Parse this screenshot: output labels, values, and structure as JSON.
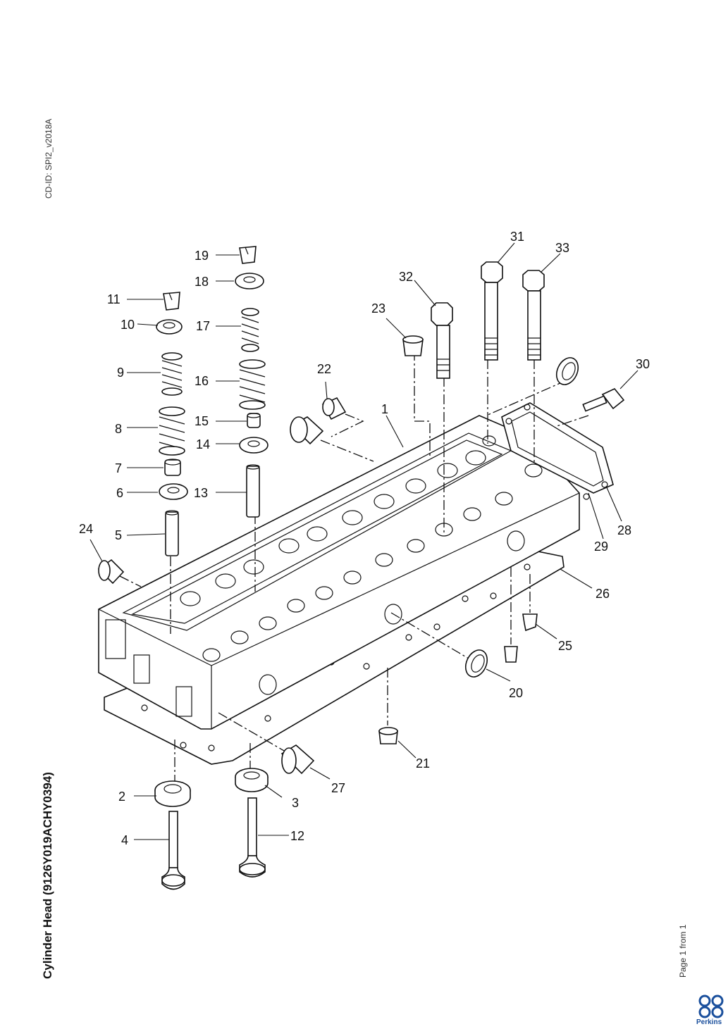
{
  "header": {
    "cd_id": "CD-ID: SPI2_v2018A"
  },
  "title": "Cylinder Head (9126Y019ACHY0394)",
  "footer": {
    "page_info": "Page 1 from 1",
    "brand": "Perkins"
  },
  "callouts": [
    "1",
    "2",
    "3",
    "4",
    "5",
    "6",
    "7",
    "8",
    "9",
    "10",
    "11",
    "12",
    "13",
    "14",
    "15",
    "16",
    "17",
    "18",
    "19",
    "20",
    "21",
    "22",
    "23",
    "24",
    "25",
    "26",
    "27",
    "28",
    "29",
    "30",
    "31",
    "32",
    "33"
  ],
  "colors": {
    "logo": "#1a4f9c",
    "line": "#111111"
  }
}
